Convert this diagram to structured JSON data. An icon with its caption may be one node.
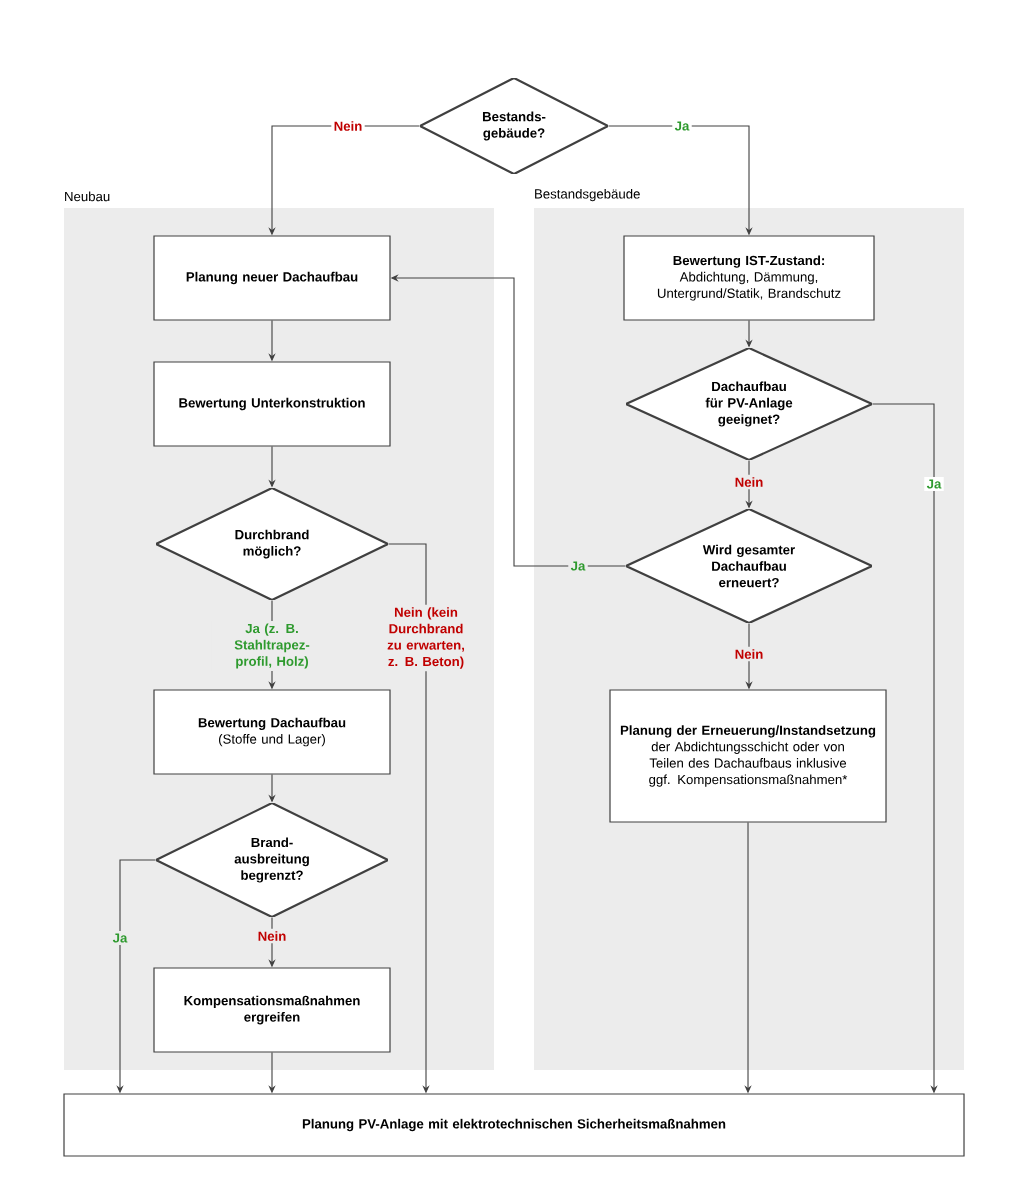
{
  "diagram": {
    "nodes": [
      {
        "text": [
          "Bestands-gebäude?"
        ]
      },
      {
        "text": [
          "Neubau"
        ]
      },
      {
        "text": [
          "Bestandsgebäude"
        ]
      },
      {
        "text": [
          "Planung neuer Dachaufbau"
        ],
        "in": 1
      },
      {
        "text": [
          "Bewertung Unterkonstruktion"
        ],
        "in": 1
      },
      {
        "text": [
          "Durchbrand möglich?"
        ],
        "in": 1
      },
      {
        "text": [
          "Bewertung Dachaufbau",
          "(Stoffe und Lager)"
        ],
        "in": 1
      },
      {
        "text": [
          "Brand-ausbreitung begrenzt?"
        ],
        "in": 1
      },
      {
        "text": [
          "Kompensationsmaßnahmen ergreifen"
        ],
        "in": 1
      },
      {
        "text": [
          "Bewertung IST-Zustand:",
          "Abdichtung, Dämmung, Untergrund/Statik, Brandschutz"
        ],
        "in": 2
      },
      {
        "text": [
          "Dachaufbau für PV-Anlage geeignet?"
        ],
        "in": 2
      },
      {
        "text": [
          "Wird gesamter Dachaufbau erneuert?"
        ],
        "in": 2
      },
      {
        "text": [
          "Planung der Erneuerung/Instandsetzung",
          "der Abdichtungsschicht oder von Teilen des Dachaufbaus inklusive ggf. Kompensationsmaßnahmen*"
        ],
        "in": 2
      },
      {
        "text": [
          "Planung PV-Anlage mit elektrotechnischen Sicherheitsmaßnahmen"
        ]
      }
    ],
    "edges": [
      {
        "from": 0,
        "to": 3,
        "arrow": "to",
        "label": "Nein"
      },
      {
        "from": 0,
        "to": 9,
        "arrow": "to",
        "label": "Ja"
      },
      {
        "from": 3,
        "to": 4,
        "arrow": "to"
      },
      {
        "from": 4,
        "to": 5,
        "arrow": "to"
      },
      {
        "from": 5,
        "to": 6,
        "arrow": "to",
        "label": "Ja (z. B. Stahltrapez-profil, Holz)"
      },
      {
        "from": 5,
        "to": 13,
        "arrow": "to",
        "label": "Nein (kein Durchbrand zu erwarten, z. B. Beton)"
      },
      {
        "from": 6,
        "to": 7,
        "arrow": "to"
      },
      {
        "from": 7,
        "to": 13,
        "arrow": "to",
        "label": "Ja"
      },
      {
        "from": 7,
        "to": 8,
        "arrow": "to",
        "label": "Nein"
      },
      {
        "from": 8,
        "to": 13,
        "arrow": "to"
      },
      {
        "from": 9,
        "to": 10,
        "arrow": "to"
      },
      {
        "from": 10,
        "to": 11,
        "arrow": "to",
        "label": "Nein"
      },
      {
        "from": 11,
        "to": 3,
        "arrow": "to",
        "label": "Ja"
      },
      {
        "from": 10,
        "to": 13,
        "arrow": "to",
        "label": "Ja"
      },
      {
        "from": 11,
        "to": 12,
        "arrow": "to",
        "label": "Nein"
      },
      {
        "from": 12,
        "to": 13,
        "arrow": "to"
      }
    ]
  }
}
